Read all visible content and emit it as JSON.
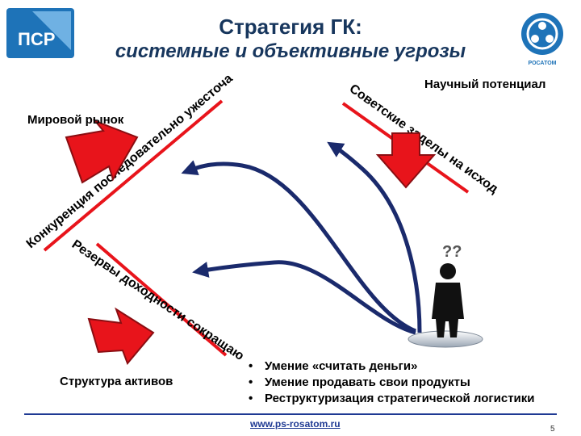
{
  "header": {
    "title": "Стратегия ГК:",
    "subtitle": "системные и объективные угрозы",
    "logo_left_text": "ПСР",
    "logo_right_text": "РОСАТОМ"
  },
  "labels": {
    "world_market": "Мировой рынок",
    "science": "Научный потенциал",
    "assets": "Структура активов"
  },
  "threats": {
    "competition": "Конкуренция последовательно ужесточается",
    "soviet": "Советские заделы на исходе",
    "reserves": "Резервы доходности сокращаются"
  },
  "bullets": [
    "Умение «считать деньги»",
    "Умение продавать свои продукты",
    "Реструктуризация стратегической логистики"
  ],
  "bullet_marker": "•",
  "person_mark": "??",
  "footer": {
    "link": "www.ps-rosatom.ru",
    "page": "5"
  },
  "colors": {
    "title": "#17365d",
    "arrow_red": "#e8141b",
    "arrow_blue": "#1a2a6c",
    "line_red": "#e8141b",
    "rule": "#1f3a93"
  }
}
